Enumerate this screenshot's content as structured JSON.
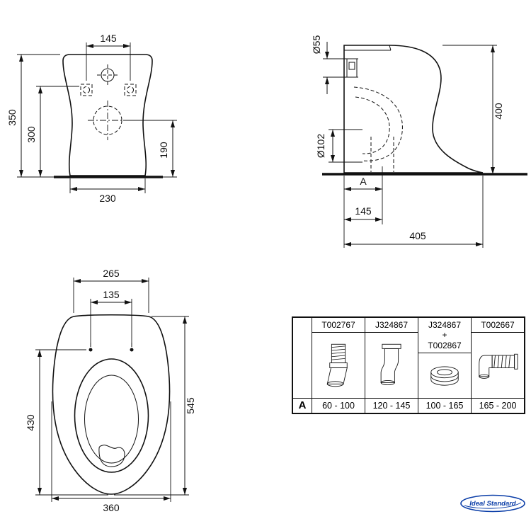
{
  "front_view": {
    "dim_top": "145",
    "dim_height": "350",
    "dim_holes_height": "300",
    "dim_outlet_height": "190",
    "dim_base_width": "230"
  },
  "side_view": {
    "dim_inlet": "Ø55",
    "dim_outlet": "Ø102",
    "dim_height": "400",
    "dim_a": "A",
    "dim_outlet_center": "145",
    "dim_depth": "405"
  },
  "top_view": {
    "dim_seat_width": "265",
    "dim_holes_width": "135",
    "dim_length": "545",
    "dim_bowl_length": "430",
    "dim_width": "360"
  },
  "table": {
    "row_label": "A",
    "columns": [
      {
        "part": "T002767",
        "range": "60 - 100",
        "icon": "vertical-corrugated-connector"
      },
      {
        "part": "J324867",
        "range": "120 - 145",
        "icon": "offset-connector"
      },
      {
        "part": "J324867\n+\nT002867",
        "range": "100 - 165",
        "icon": "adapter-ring-connector"
      },
      {
        "part": "T002667",
        "range": "165 - 200",
        "icon": "horizontal-corrugated-connector"
      }
    ]
  },
  "logo": {
    "brand": "Ideal Standard"
  }
}
